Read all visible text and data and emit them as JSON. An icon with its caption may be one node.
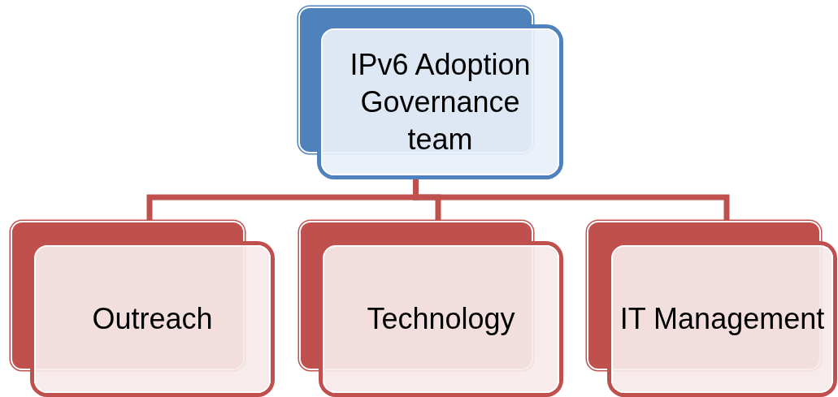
{
  "diagram": {
    "nodes": [
      {
        "text": [
          "IPv6 Adoption Governance team"
        ]
      },
      {
        "text": [
          "Outreach"
        ]
      },
      {
        "text": [
          "Technology"
        ]
      },
      {
        "text": [
          "IT Management"
        ]
      }
    ],
    "edges": [
      {
        "from": 0,
        "to": 1,
        "arrow": "none"
      },
      {
        "from": 0,
        "to": 2,
        "arrow": "none"
      },
      {
        "from": 0,
        "to": 3,
        "arrow": "none"
      }
    ]
  }
}
